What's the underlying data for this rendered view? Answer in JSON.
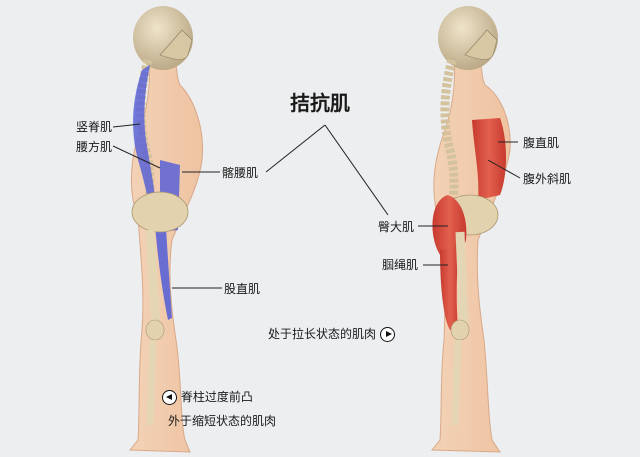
{
  "title": "拮抗肌",
  "left_figure": {
    "condition": "脊柱过度前凸",
    "state_label": "外于缩短状态的肌肉",
    "state_icon": "left-arrow-circle-icon",
    "muscle_color": "#5a63d6",
    "labels": {
      "erector_spinae": "竖脊肌",
      "quadratus_lumborum": "腰方肌",
      "iliopsoas": "髂腰肌",
      "rectus_femoris": "股直肌"
    }
  },
  "right_figure": {
    "state_label": "处于拉长状态的肌肉",
    "state_icon": "right-arrow-circle-icon",
    "muscle_color": "#d9473a",
    "labels": {
      "rectus_abdominis": "腹直肌",
      "external_oblique": "腹外斜肌",
      "gluteus_maximus": "臀大肌",
      "hamstrings": "腘绳肌"
    }
  },
  "colors": {
    "background": "#eceef0",
    "skin": "#f0c9a8",
    "bone": "#e4d6b4",
    "lengthened": "#d9473a",
    "shortened": "#5a63d6"
  }
}
